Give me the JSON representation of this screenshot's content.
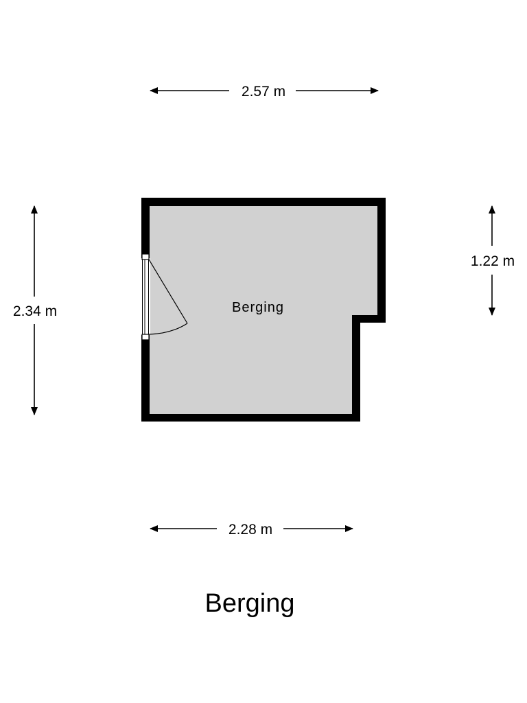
{
  "plan_title": "Berging",
  "room": {
    "name": "Berging"
  },
  "dimensions": {
    "top_width": "2.57 m",
    "bottom_width": "2.28 m",
    "left_height": "2.34 m",
    "right_height": "1.22 m"
  },
  "colors": {
    "wall": "#000000",
    "floor": "#d1d1d1",
    "background": "#ffffff"
  }
}
